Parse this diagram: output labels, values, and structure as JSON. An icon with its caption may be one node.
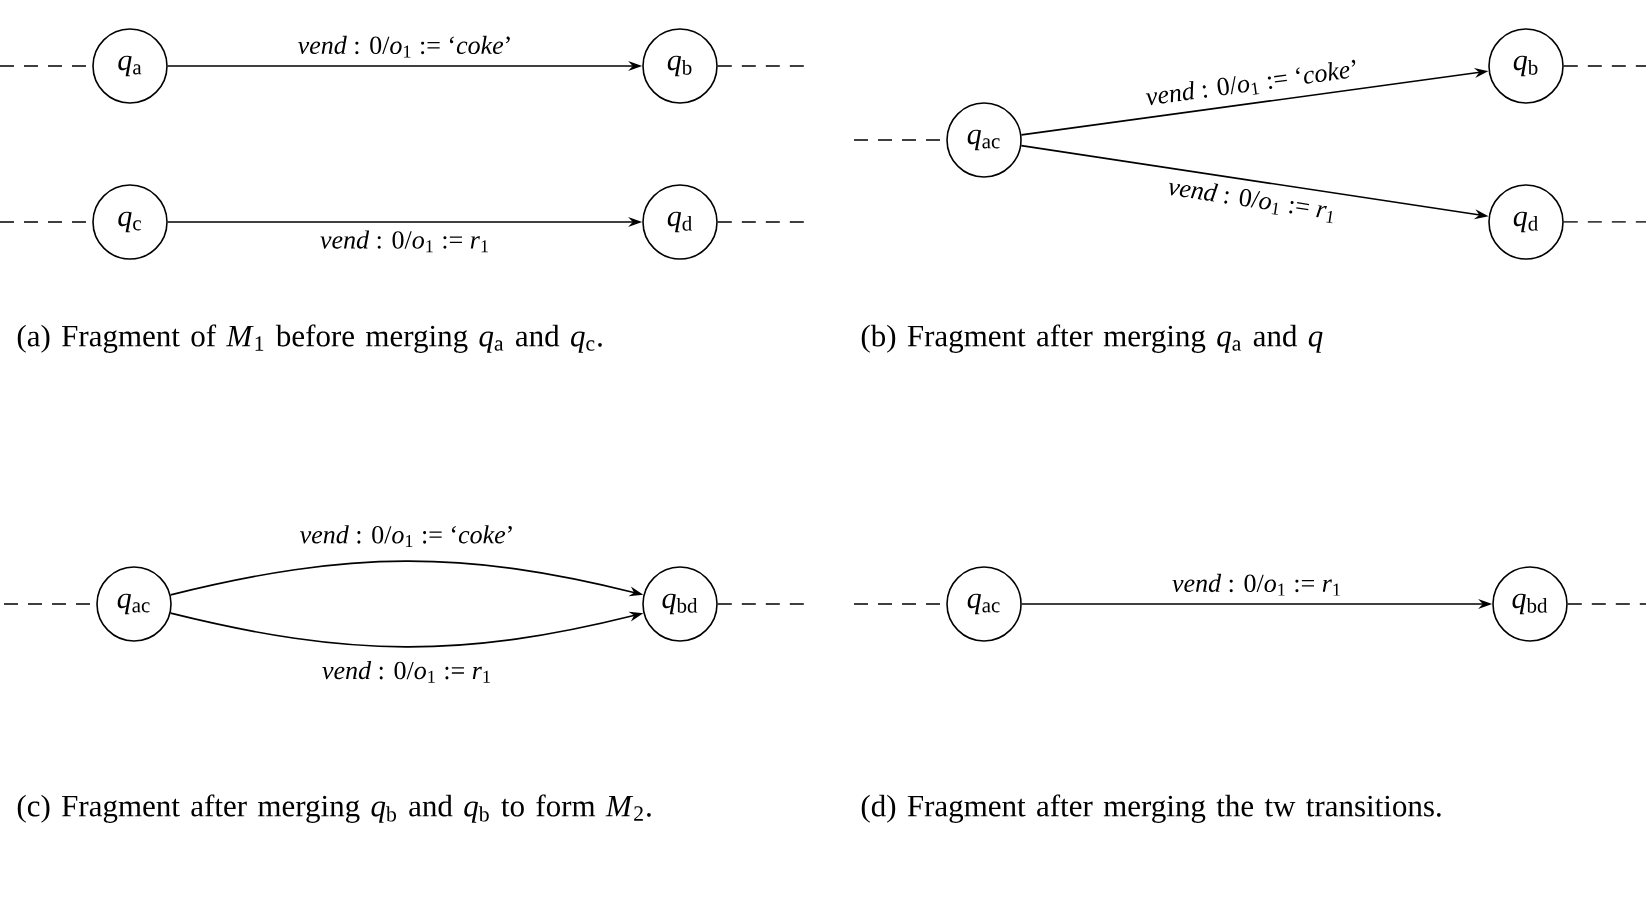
{
  "diagram": {
    "nodes": [
      {
        "text": [
          "*q*$_{a}$"
        ]
      },
      {
        "text": [
          "*q*$_{b}$"
        ]
      },
      {
        "text": [
          "*q*$_{c}$"
        ]
      },
      {
        "text": [
          "*q*$_{d}$"
        ]
      },
      {
        "text": [
          "*q*$_{ac}$"
        ]
      },
      {
        "text": [
          "*q*$_{b}$"
        ]
      },
      {
        "text": [
          "*q*$_{d}$"
        ]
      },
      {
        "text": [
          "*q*$_{ac}$"
        ]
      },
      {
        "text": [
          "*q*$_{bd}$"
        ]
      },
      {
        "text": [
          "*q*$_{ac}$"
        ]
      },
      {
        "text": [
          "*q*$_{bd}$"
        ]
      }
    ],
    "edges": [
      {
        "from": 0,
        "to": 1,
        "arrow": "to",
        "label": "*vend* : 0/*o*$_{1}$ := ‘*coke*’"
      },
      {
        "from": 2,
        "to": 3,
        "arrow": "to",
        "label": "*vend* : 0/*o*$_{1}$ := *r*$_{1}$"
      },
      {
        "from": 4,
        "to": 5,
        "arrow": "to",
        "label": "*vend* : 0/*o*$_{1}$ := ‘*coke*’"
      },
      {
        "from": 4,
        "to": 6,
        "arrow": "to",
        "label": "*vend* : 0/*o*$_{1}$ := *r*$_{1}$"
      },
      {
        "from": 7,
        "to": 8,
        "arrow": "to",
        "label": "*vend* : 0/*o*$_{1}$ := ‘*coke*’"
      },
      {
        "from": 7,
        "to": 8,
        "arrow": "to",
        "label": "*vend* : 0/*o*$_{1}$ := *r*$_{1}$"
      },
      {
        "from": 9,
        "to": 10,
        "arrow": "to",
        "label": "*vend* : 0/*o*$_{1}$ := *r*$_{1}$"
      },
      {
        "from": null,
        "to": 0,
        "arrow": "none",
        "style": "dashed"
      },
      {
        "from": 1,
        "to": null,
        "arrow": "none",
        "style": "dashed"
      },
      {
        "from": null,
        "to": 2,
        "arrow": "none",
        "style": "dashed"
      },
      {
        "from": 3,
        "to": null,
        "arrow": "none",
        "style": "dashed"
      },
      {
        "from": null,
        "to": 4,
        "arrow": "none",
        "style": "dashed"
      },
      {
        "from": 5,
        "to": null,
        "arrow": "none",
        "style": "dashed"
      },
      {
        "from": 6,
        "to": null,
        "arrow": "none",
        "style": "dashed"
      },
      {
        "from": null,
        "to": 7,
        "arrow": "none",
        "style": "dashed"
      },
      {
        "from": 8,
        "to": null,
        "arrow": "none",
        "style": "dashed"
      },
      {
        "from": null,
        "to": 9,
        "arrow": "none",
        "style": "dashed"
      },
      {
        "from": 10,
        "to": null,
        "arrow": "none",
        "style": "dashed"
      }
    ],
    "labels": [
      "(a) Fragment of *M*$_{1}$ before merging *q*$_{a}$ and *q*$_{c}$.",
      "(b) Fragment after merging *q*$_{a}$ and *q*",
      "(c) Fragment after merging *q*$_{b}$ and *q*$_{b}$ to form *M*$_{2}$.",
      "(d) Fragment after merging the tw transitions."
    ]
  }
}
